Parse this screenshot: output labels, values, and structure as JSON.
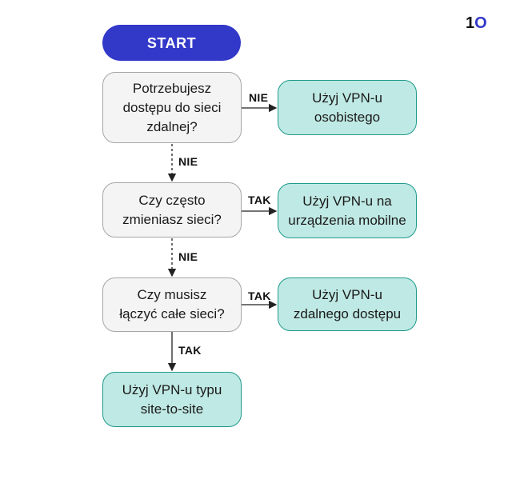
{
  "logo": {
    "text": "1",
    "ring": "O"
  },
  "nodes": {
    "start": "START",
    "q1": "Potrzebujesz\ndostępu do sieci\nzdalnej?",
    "q2": "Czy często\nzmieniasz sieci?",
    "q3": "Czy musisz\nłączyć całe sieci?",
    "r1": "Użyj VPN-u\nosobistego",
    "r2": "Użyj VPN-u na\nurządzenia mobilne",
    "r3": "Użyj VPN-u\nzdalnego dostępu",
    "r4": "Użyj VPN-u typu\nsite-to-site"
  },
  "edges": {
    "q1_right": "NIE",
    "q1_down": "NIE",
    "q2_right": "TAK",
    "q2_down": "NIE",
    "q3_right": "TAK",
    "q3_down": "TAK"
  },
  "colors": {
    "start_fill": "#3238c8",
    "decision_fill": "#f4f4f4",
    "decision_border": "#a6a6a6",
    "result_fill": "#bfe9e4",
    "result_border": "#1f9a8c"
  }
}
